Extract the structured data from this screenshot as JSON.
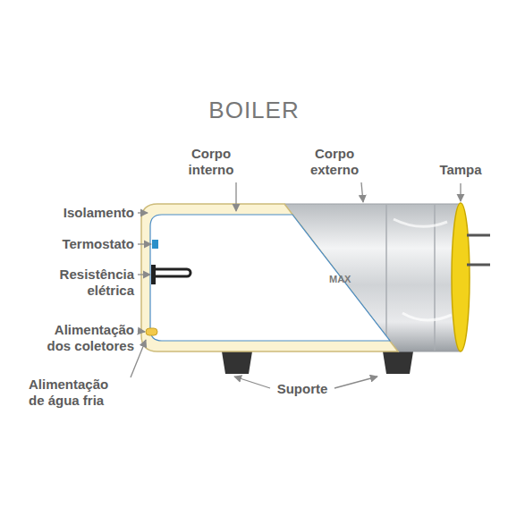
{
  "diagram": {
    "title": "BOILER",
    "labels": [
      "Corpo interno",
      "Corpo externo",
      "Tampa",
      "Isolamento",
      "Termostato",
      "Resistência elétrica",
      "Alimentação dos coletores",
      "Alimentação de água fria",
      "Suporte",
      "MAX"
    ]
  }
}
